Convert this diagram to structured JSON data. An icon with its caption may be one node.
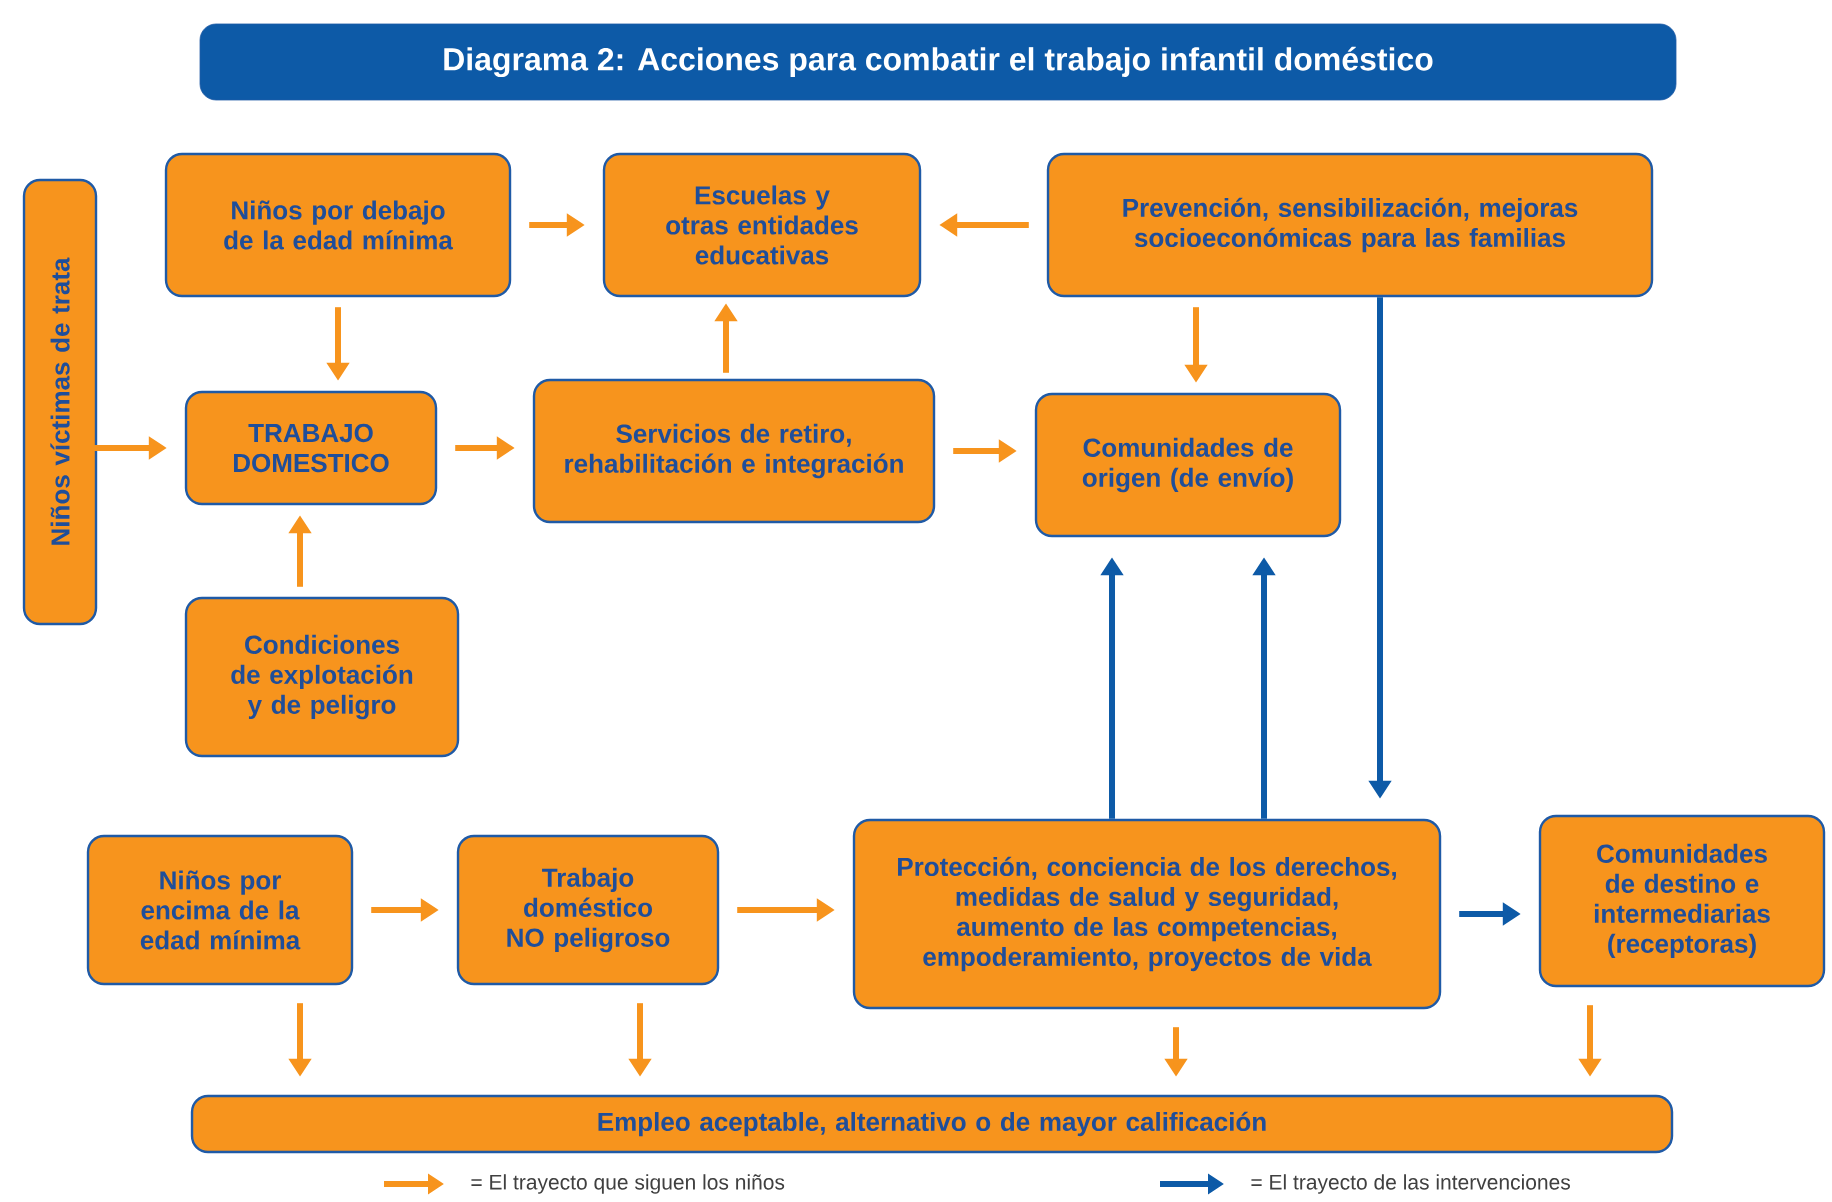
{
  "diagram": {
    "title": "Diagrama 2: Acciones para combatir el trabajo infantil doméstico",
    "nodes": [
      {
        "text": [
          "Niños víctimas de trata"
        ]
      },
      {
        "text": [
          "Niños por debajo de la edad mínima"
        ]
      },
      {
        "text": [
          "Escuelas y otras entidades educativas"
        ]
      },
      {
        "text": [
          "Prevención, sensibilización, mejoras socioeconómicas para las familias"
        ]
      },
      {
        "text": [
          "TRABAJO DOMESTICO"
        ]
      },
      {
        "text": [
          "Servicios de retiro, rehabilitación e integración"
        ]
      },
      {
        "text": [
          "Comunidades de origen (de envío)"
        ]
      },
      {
        "text": [
          "Condiciones de explotación y de peligro"
        ]
      },
      {
        "text": [
          "Niños por encima de la edad mínima"
        ]
      },
      {
        "text": [
          "Trabajo doméstico NO peligroso"
        ]
      },
      {
        "text": [
          "Protección, conciencia de los derechos, medidas de salud y seguridad, aumento de las competencias, empoderamiento, proyectos de vida"
        ]
      },
      {
        "text": [
          "Comunidades de destino e intermediarias (receptoras)"
        ]
      },
      {
        "text": [
          "Empleo aceptable, alternativo o de mayor calificación"
        ]
      }
    ],
    "edges": [
      {
        "from": 1,
        "to": 2,
        "arrow": "to"
      },
      {
        "from": 3,
        "to": 2,
        "arrow": "to"
      },
      {
        "from": 1,
        "to": 4,
        "arrow": "to"
      },
      {
        "from": 0,
        "to": 4,
        "arrow": "to"
      },
      {
        "from": 7,
        "to": 4,
        "arrow": "to"
      },
      {
        "from": 4,
        "to": 5,
        "arrow": "to"
      },
      {
        "from": 5,
        "to": 2,
        "arrow": "to"
      },
      {
        "from": 5,
        "to": 6,
        "arrow": "to"
      },
      {
        "from": 3,
        "to": 6,
        "arrow": "to"
      },
      {
        "from": 3,
        "to": 10,
        "arrow": "to",
        "color": "#0d5aa7"
      },
      {
        "from": 10,
        "to": 6,
        "arrow": "to",
        "color": "#0d5aa7"
      },
      {
        "from": 10,
        "to": 6,
        "arrow": "to",
        "color": "#0d5aa7"
      },
      {
        "from": 8,
        "to": 9,
        "arrow": "to"
      },
      {
        "from": 9,
        "to": 10,
        "arrow": "to"
      },
      {
        "from": 10,
        "to": 11,
        "arrow": "to",
        "color": "#0d5aa7"
      },
      {
        "from": 8,
        "to": 12,
        "arrow": "to"
      },
      {
        "from": 9,
        "to": 12,
        "arrow": "to"
      },
      {
        "from": 10,
        "to": 12,
        "arrow": "to"
      },
      {
        "from": 11,
        "to": 12,
        "arrow": "to"
      }
    ],
    "legend": [
      {
        "text": "= El trayecto que siguen los niños"
      },
      {
        "text": "= El trayecto de las intervenciones"
      }
    ]
  }
}
